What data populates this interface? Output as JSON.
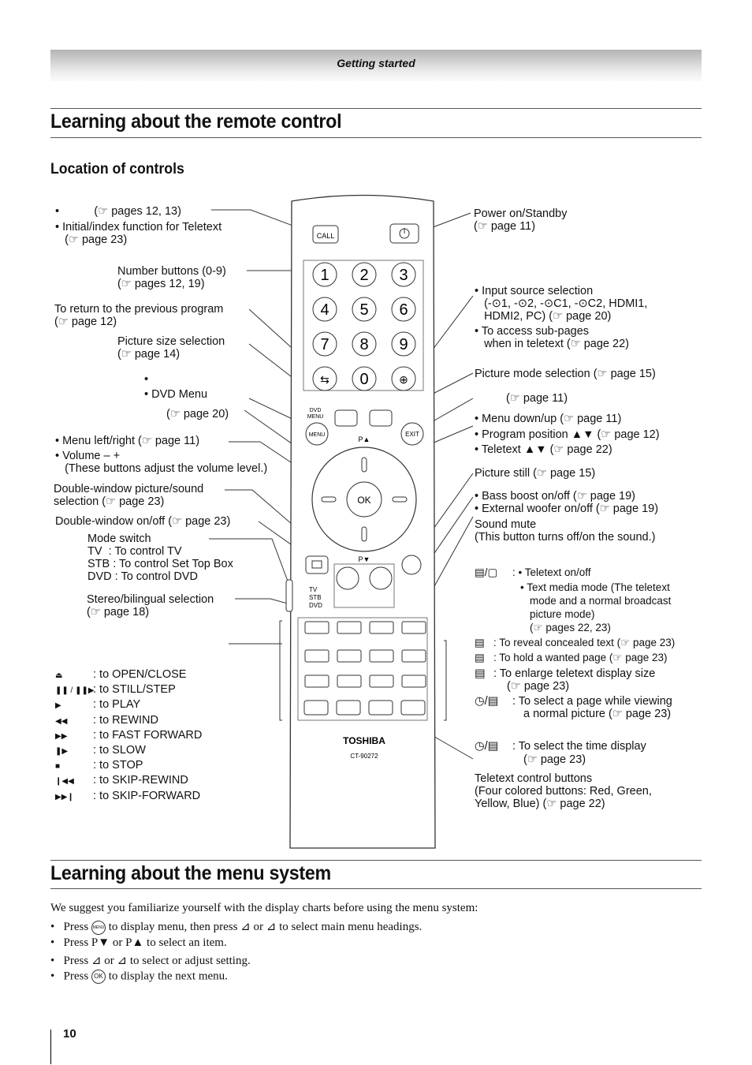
{
  "header": {
    "section": "Getting started"
  },
  "title_remote": "Learning about the remote control",
  "subtitle_location": "Location of controls",
  "left_labels": {
    "call_1": "•           (☞ pages 12, 13)",
    "call_2": "• Initial/index function for Teletext",
    "call_3": "   (☞ page 23)",
    "num_1": "Number buttons (0-9)",
    "num_2": "(☞ pages 12, 19)",
    "ret_1": "To return to the previous program",
    "ret_2": "(☞ page 12)",
    "pic_1": "Picture size selection",
    "pic_2": "(☞ page 14)",
    "dvd_0": "•",
    "dvd_1": "• DVD Menu",
    "dvd_2": "(☞ page 20)",
    "menu_1": "• Menu left/right (☞ page 11)",
    "menu_2": "• Volume – +",
    "menu_3": "   (These buttons adjust the volume level.)",
    "dw_1": "Double-window picture/sound",
    "dw_2": "selection (☞ page 23)",
    "dwo": "Double-window on/off (☞ page 23)",
    "mode_1": "Mode switch",
    "mode_2": "TV  : To control TV",
    "mode_3": "STB : To control Set Top Box",
    "mode_4": "DVD : To control DVD",
    "st_1": "Stereo/bilingual selection",
    "st_2": "(☞ page 18)"
  },
  "dvd_ops": [
    {
      "sym": "⏏",
      "text": ": to OPEN/CLOSE"
    },
    {
      "sym": "❚❚ / ❚❚▶",
      "text": ": to STILL/STEP"
    },
    {
      "sym": "▶",
      "text": ": to PLAY"
    },
    {
      "sym": "◀◀",
      "text": ": to REWIND"
    },
    {
      "sym": "▶▶",
      "text": ": to FAST FORWARD"
    },
    {
      "sym": "❚▶",
      "text": ": to SLOW"
    },
    {
      "sym": "■",
      "text": ": to STOP"
    },
    {
      "sym": "❙◀◀",
      "text": ": to SKIP-REWIND"
    },
    {
      "sym": "▶▶❙",
      "text": ": to SKIP-FORWARD"
    }
  ],
  "right_labels": {
    "pw_1": "Power on/Standby",
    "pw_2": "(☞ page 11)",
    "in_1": "• Input source selection",
    "in_2": "   (-⊙1, -⊙2, -⊙C1, -⊙C2, HDMI1,",
    "in_3": "   HDMI2, PC) (☞ page 20)",
    "in_4": "• To access sub-pages",
    "in_5": "   when in teletext (☞ page 22)",
    "pm": "Picture mode selection (☞ page 15)",
    "ex": "(☞ page 11)",
    "md_1": "• Menu down/up (☞ page 11)",
    "md_2": "• Program position ▲▼ (☞ page 12)",
    "md_3": "• Teletext ▲▼ (☞ page 22)",
    "ps": "Picture still (☞ page 15)",
    "bb_1": "• Bass boost on/off (☞ page 19)",
    "bb_2": "• External woofer on/off (☞ page 19)",
    "sm_1": "Sound mute",
    "sm_2": "(This button turns off/on the sound.)",
    "tt_1": ": • Teletext on/off",
    "tt_2": "• Text media mode (The teletext",
    "tt_3": "mode and a normal broadcast",
    "tt_4": "picture mode)",
    "tt_5": "(☞ pages 22, 23)",
    "rv": ": To reveal concealed text (☞ page 23)",
    "hd": ": To hold a wanted page (☞ page 23)",
    "en_1": ": To enlarge teletext display size",
    "en_2": "(☞ page 23)",
    "sp_1": ": To select a page while viewing",
    "sp_2": "a normal picture (☞ page 23)",
    "td_1": ": To select the time display",
    "td_2": "(☞ page 23)",
    "tc_1": "Teletext control buttons",
    "tc_2": "(Four colored buttons: Red, Green,",
    "tc_3": "Yellow, Blue) (☞ page 22)"
  },
  "remote": {
    "brand": "TOSHIBA",
    "model": "CT-90272",
    "call": "CALL",
    "dvd_menu_1": "DVD",
    "dvd_menu_2": "MENU",
    "menu": "MENU",
    "exit": "EXIT",
    "ok": "OK",
    "p_up": "P▲",
    "p_down": "P▼",
    "switch_tv": "TV",
    "switch_stb": "STB",
    "switch_dvd": "DVD",
    "digits": [
      "1",
      "2",
      "3",
      "4",
      "5",
      "6",
      "7",
      "8",
      "9",
      "0"
    ]
  },
  "title_menu": "Learning about the menu system",
  "menu_text": {
    "intro": "We suggest you familiarize yourself with the display charts before using the menu system:",
    "b1a": "Press",
    "b1b": "to display menu, then press",
    "b1c": "or",
    "b1d": "to select main menu headings.",
    "b2": "Press P▼ or P▲ to select an item.",
    "b3a": "Press",
    "b3b": "or",
    "b3c": "to select or adjust setting.",
    "b4a": "Press",
    "b4b": "to display the next menu."
  },
  "page_number": "10"
}
